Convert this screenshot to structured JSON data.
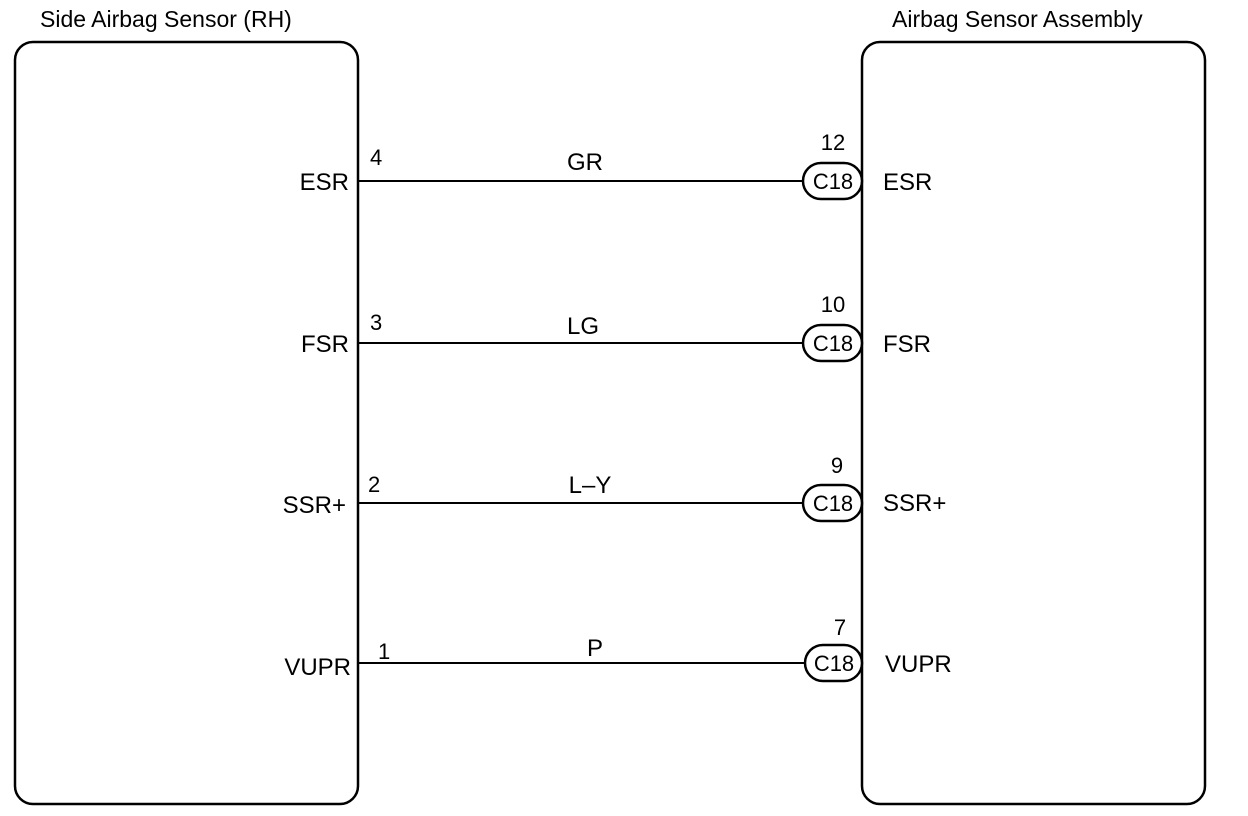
{
  "left_component": {
    "title": "Side Airbag Sensor (RH)"
  },
  "right_component": {
    "title": "Airbag Sensor Assembly"
  },
  "connector_name": "C18",
  "circuits": [
    {
      "left_pin": "4",
      "left_signal": "ESR",
      "wire_color": "GR",
      "right_pin": "12",
      "right_signal": "ESR"
    },
    {
      "left_pin": "3",
      "left_signal": "FSR",
      "wire_color": "LG",
      "right_pin": "10",
      "right_signal": "FSR"
    },
    {
      "left_pin": "2",
      "left_signal": "SSR+",
      "wire_color": "L–Y",
      "right_pin": "9",
      "right_signal": "SSR+"
    },
    {
      "left_pin": "1",
      "left_signal": "VUPR",
      "wire_color": "P",
      "right_pin": "7",
      "right_signal": "VUPR"
    }
  ]
}
